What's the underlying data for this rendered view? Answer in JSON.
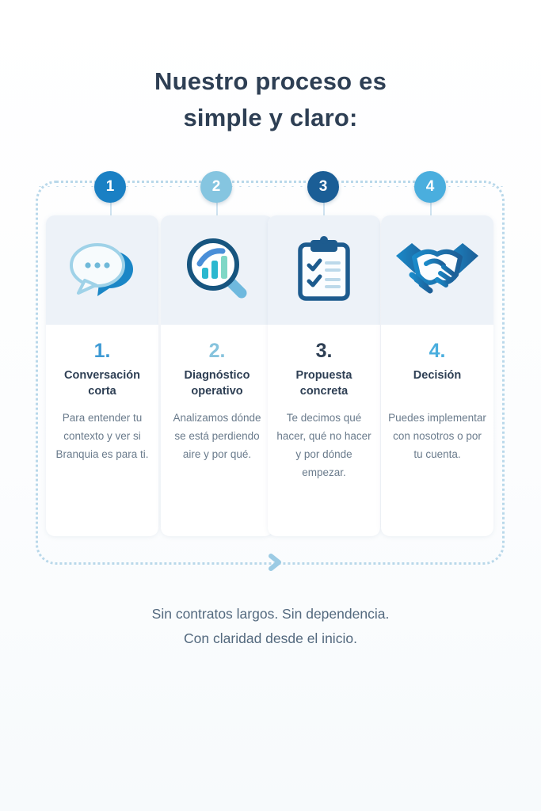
{
  "heading": {
    "line1": "Nuestro proceso es",
    "line2": "simple y claro:",
    "color": "#2e3f54"
  },
  "timeline": {
    "arrow_icon": "chevron-right-icon",
    "rail_color": "#c2dcec",
    "frame_color": "#b9d8ea"
  },
  "steps": [
    {
      "badge": "1",
      "badge_color": "#1a80c4",
      "number": "1.",
      "number_color": "#3d9ad4",
      "title": "Conversación corta",
      "description": "Para entender tu contexto y ver si Branquia es para ti.",
      "icon": "speech-bubbles-icon"
    },
    {
      "badge": "2",
      "badge_color": "#85c5e0",
      "number": "2.",
      "number_color": "#86c3dd",
      "title": "Diagnóstico operativo",
      "description": "Analizamos dónde se está perdiendo aire y por qué.",
      "icon": "magnifier-chart-icon"
    },
    {
      "badge": "3",
      "badge_color": "#1b5e96",
      "number": "3.",
      "number_color": "#2e3f54",
      "title": "Propuesta concreta",
      "description": "Te decimos qué hacer, qué no hacer y por dónde empezar.",
      "icon": "clipboard-checklist-icon"
    },
    {
      "badge": "4",
      "badge_color": "#4aaede",
      "number": "4.",
      "number_color": "#4aaede",
      "title": "Decisión",
      "description": "Puedes implementar con nosotros o por tu cuenta.",
      "icon": "handshake-icon"
    }
  ],
  "footer": {
    "line1": "Sin contratos largos. Sin dependencia.",
    "line2": "Con claridad desde el inicio.",
    "color": "#53697e"
  }
}
